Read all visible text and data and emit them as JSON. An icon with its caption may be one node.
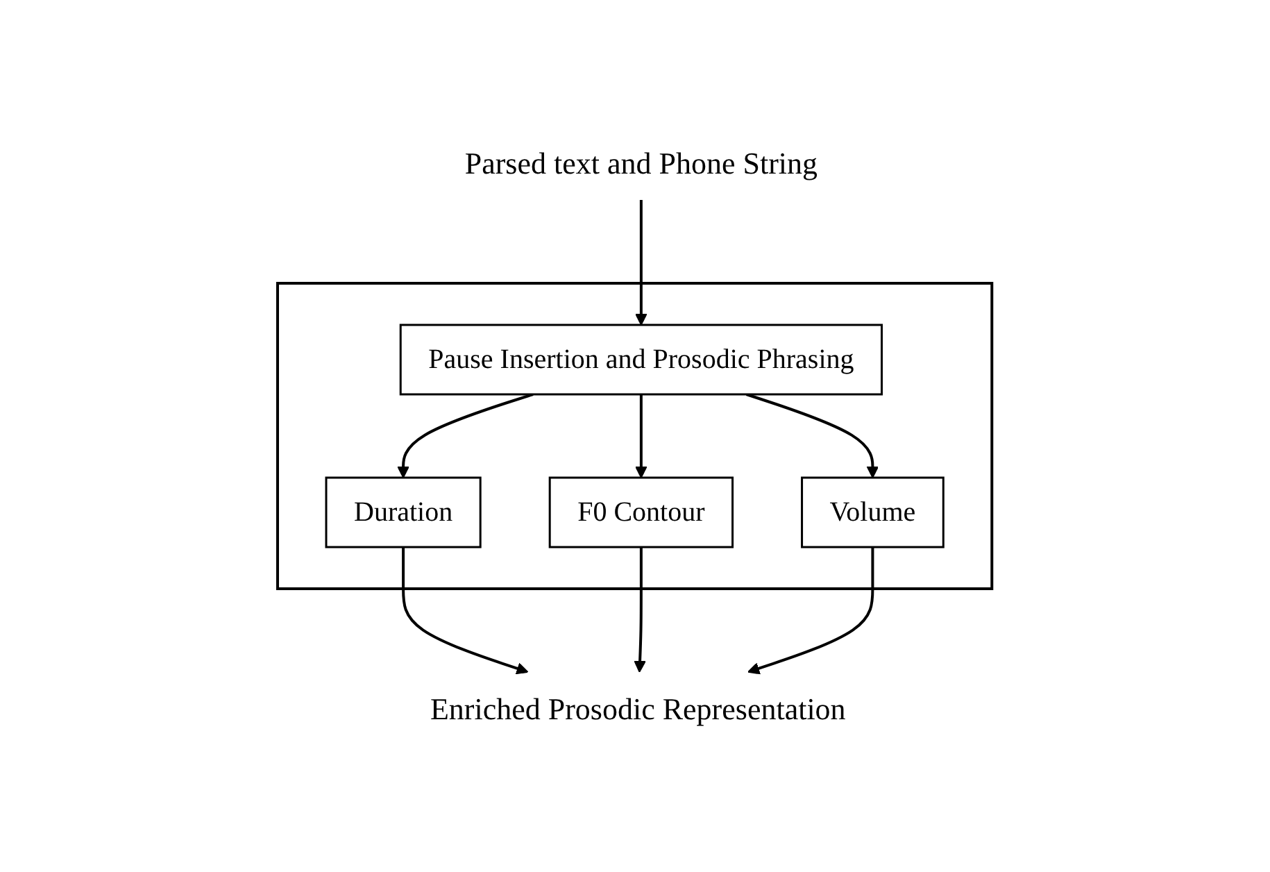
{
  "diagram": {
    "nodes": [
      {
        "text": [
          "Parsed text and Phone String"
        ]
      },
      {
        "text": [],
        "shape": "box"
      },
      {
        "text": [
          "Pause Insertion and Prosodic Phrasing"
        ],
        "in": 1
      },
      {
        "text": [
          "Duration"
        ],
        "in": 1
      },
      {
        "text": [
          "F0 Contour"
        ],
        "in": 1
      },
      {
        "text": [
          "Volume"
        ],
        "in": 1
      },
      {
        "text": [
          "Enriched Prosodic Representation"
        ]
      }
    ],
    "edges": [
      {
        "from": 0,
        "to": 2,
        "arrow": "to"
      },
      {
        "from": 2,
        "to": 3,
        "arrow": "to"
      },
      {
        "from": 2,
        "to": 4,
        "arrow": "to"
      },
      {
        "from": 2,
        "to": 5,
        "arrow": "to"
      },
      {
        "from": 3,
        "to": 6,
        "arrow": "to"
      },
      {
        "from": 4,
        "to": 6,
        "arrow": "to"
      },
      {
        "from": 5,
        "to": 6,
        "arrow": "to"
      }
    ]
  }
}
